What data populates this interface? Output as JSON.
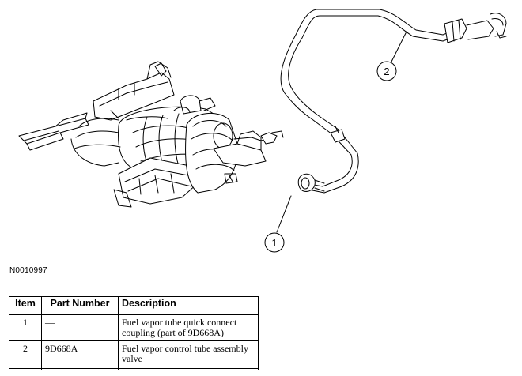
{
  "figure": {
    "id": "N0010997",
    "callouts": [
      "1",
      "2"
    ]
  },
  "table": {
    "headers": [
      "Item",
      "Part Number",
      "Description"
    ],
    "rows": [
      {
        "item": "1",
        "part_number": "—",
        "description": "Fuel vapor tube quick connect coupling (part of 9D668A)"
      },
      {
        "item": "2",
        "part_number": "9D668A",
        "description": "Fuel vapor control tube assembly valve"
      }
    ]
  }
}
